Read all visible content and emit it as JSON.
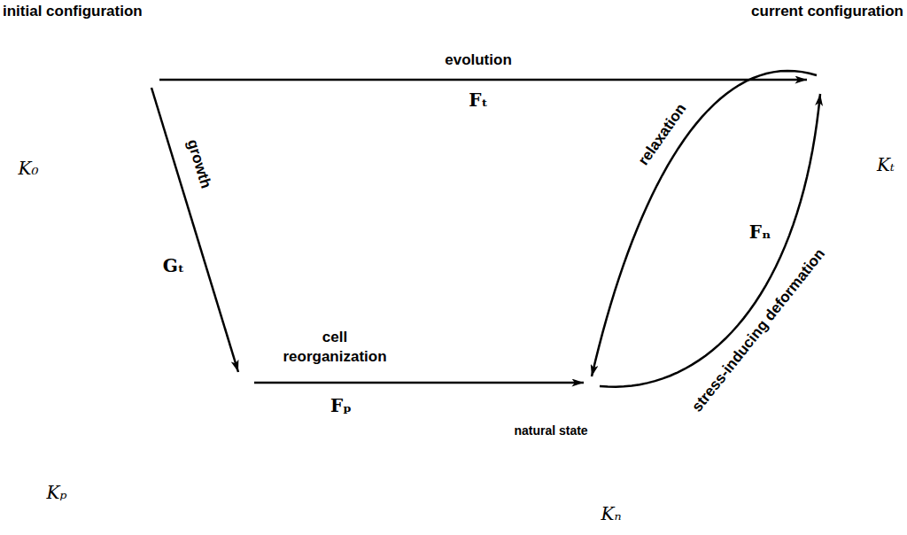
{
  "diagram": {
    "nodes": [
      {
        "text": [
          "initial configuration",
          "K₀"
        ]
      },
      {
        "text": [
          "current configuration",
          "Kₜ"
        ]
      },
      {
        "text": [
          "Kₚ"
        ]
      },
      {
        "text": [
          "natural state",
          "Kₙ"
        ]
      }
    ],
    "edges": [
      {
        "from": 0,
        "to": 1,
        "arrow": "to",
        "label": "evolution"
      },
      {
        "from": 0,
        "to": 2,
        "arrow": "to",
        "label": "growth"
      },
      {
        "from": 2,
        "to": 3,
        "arrow": "to",
        "label": "cell reorganization"
      },
      {
        "from": 1,
        "to": 3,
        "arrow": "to",
        "label": "relaxation"
      },
      {
        "from": 3,
        "to": 1,
        "arrow": "to",
        "label": "stress-inducing deformation"
      }
    ],
    "labels": [
      "Fₜ",
      "Gₜ",
      "Fₚ",
      "Fₙ"
    ]
  }
}
